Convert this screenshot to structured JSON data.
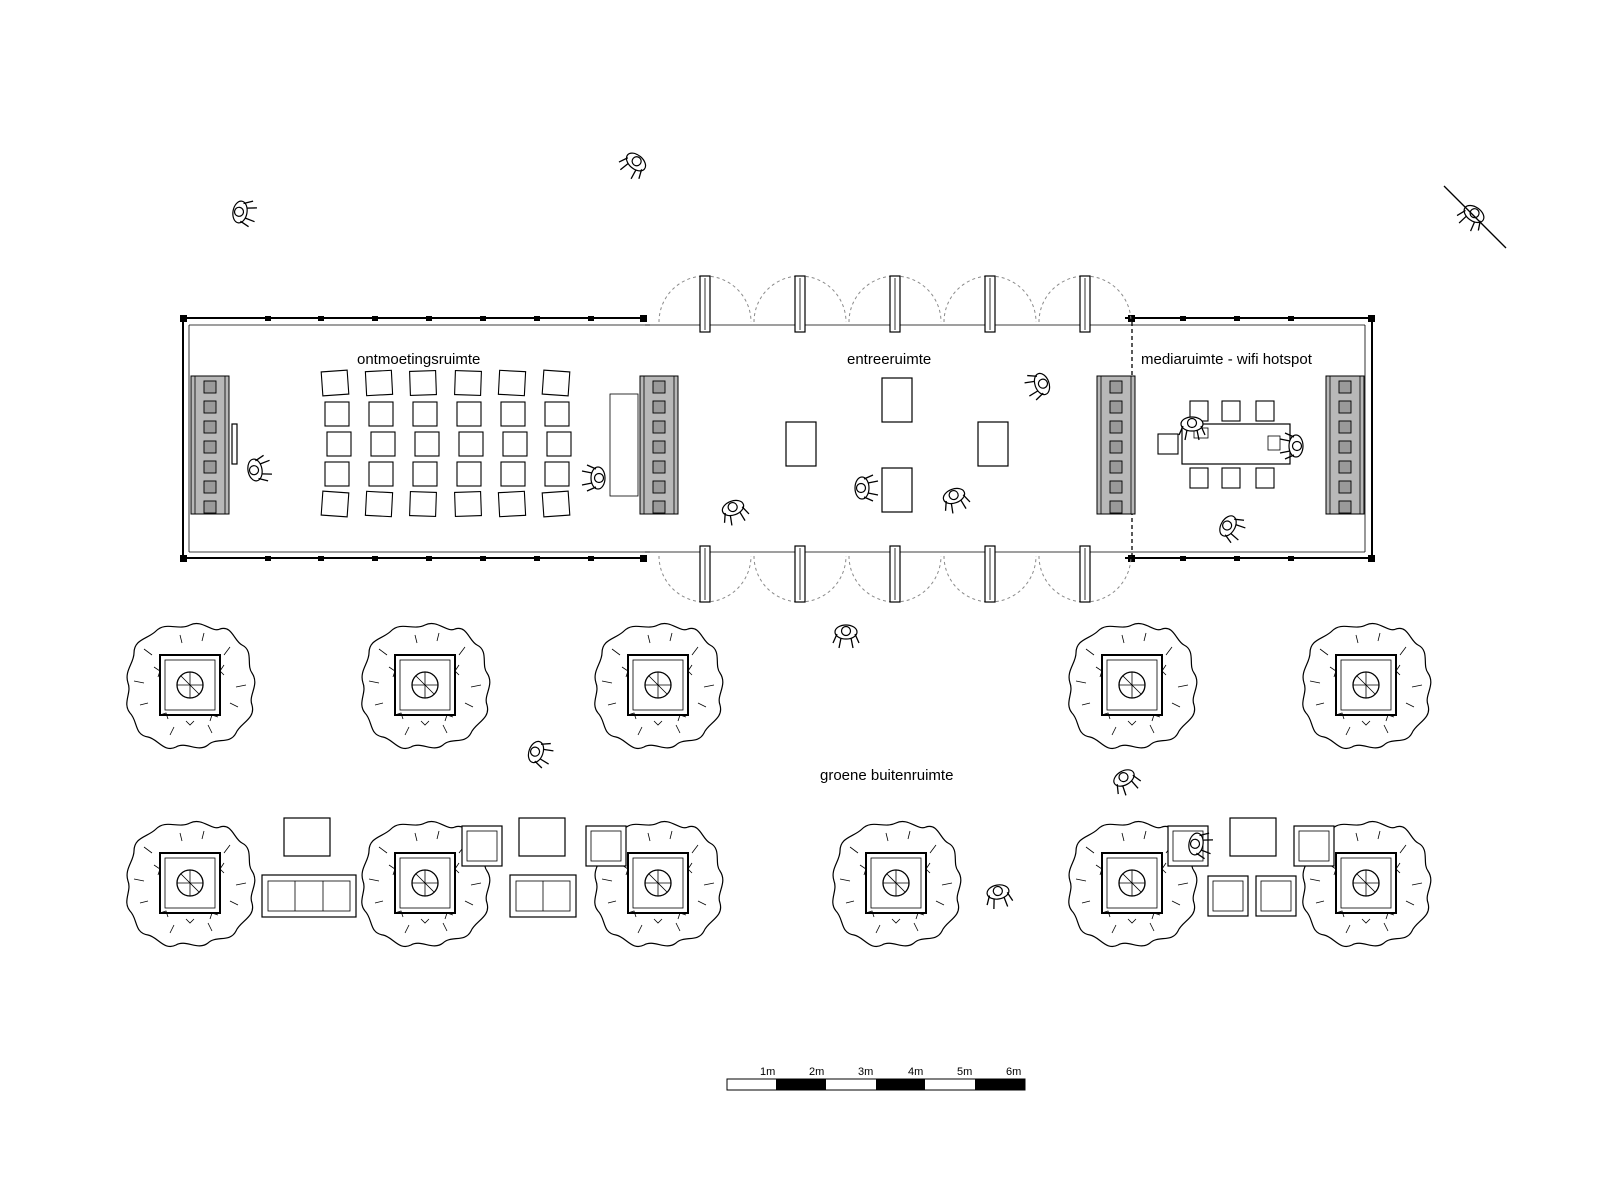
{
  "labels": {
    "meeting_room": "ontmoetingsruimte",
    "entrance": "entreeruimte",
    "media_room": "mediaruimte - wifi hotspot",
    "green_outdoor": "groene buitenruimte"
  },
  "scale_bar": {
    "ticks": [
      "1m",
      "2m",
      "3m",
      "4m",
      "5m",
      "6m"
    ]
  },
  "colors": {
    "line": "#000000",
    "cabinet": "#b8b8b8",
    "door_swing": "#8a8a8a",
    "background": "#ffffff"
  }
}
